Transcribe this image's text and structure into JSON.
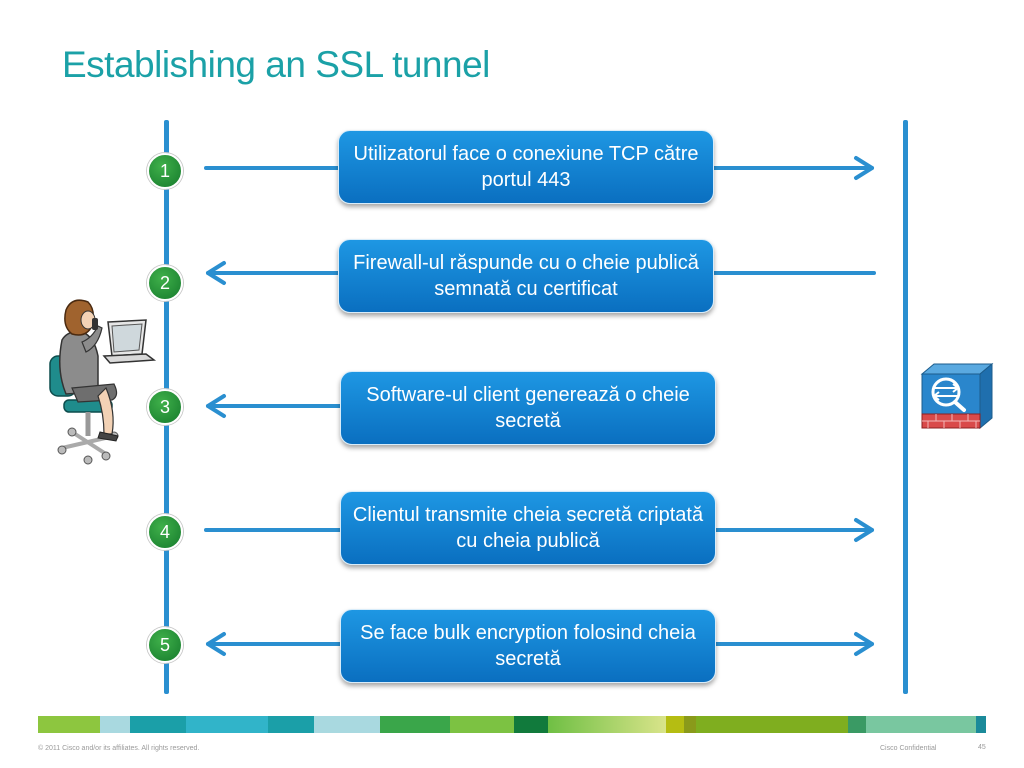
{
  "slide": {
    "title": "Establishing an SSL tunnel"
  },
  "steps": [
    {
      "number": "1",
      "text": "Utilizatorul face o conexiune TCP către portul 443",
      "direction": "right"
    },
    {
      "number": "2",
      "text": "Firewall-ul răspunde cu o cheie publică semnată cu certificat",
      "direction": "left"
    },
    {
      "number": "3",
      "text": "Software-ul client generează o cheie secretă",
      "direction": "left"
    },
    {
      "number": "4",
      "text": "Clientul transmite cheia secretă criptată cu cheia publică",
      "direction": "right"
    },
    {
      "number": "5",
      "text": "Se face bulk encryption folosind cheia secretă",
      "direction": "both"
    }
  ],
  "icons": {
    "client": "person-at-computer-icon",
    "server": "firewall-appliance-icon"
  },
  "colors": {
    "title": "#1ba1a7",
    "lifeline": "#2a8fd0",
    "box": "#0e80d0",
    "step_circle": "#1f8f36"
  },
  "footer": {
    "copyright": "© 2011 Cisco and/or its affiliates. All rights reserved.",
    "confidential": "Cisco Confidential",
    "page": "45"
  }
}
